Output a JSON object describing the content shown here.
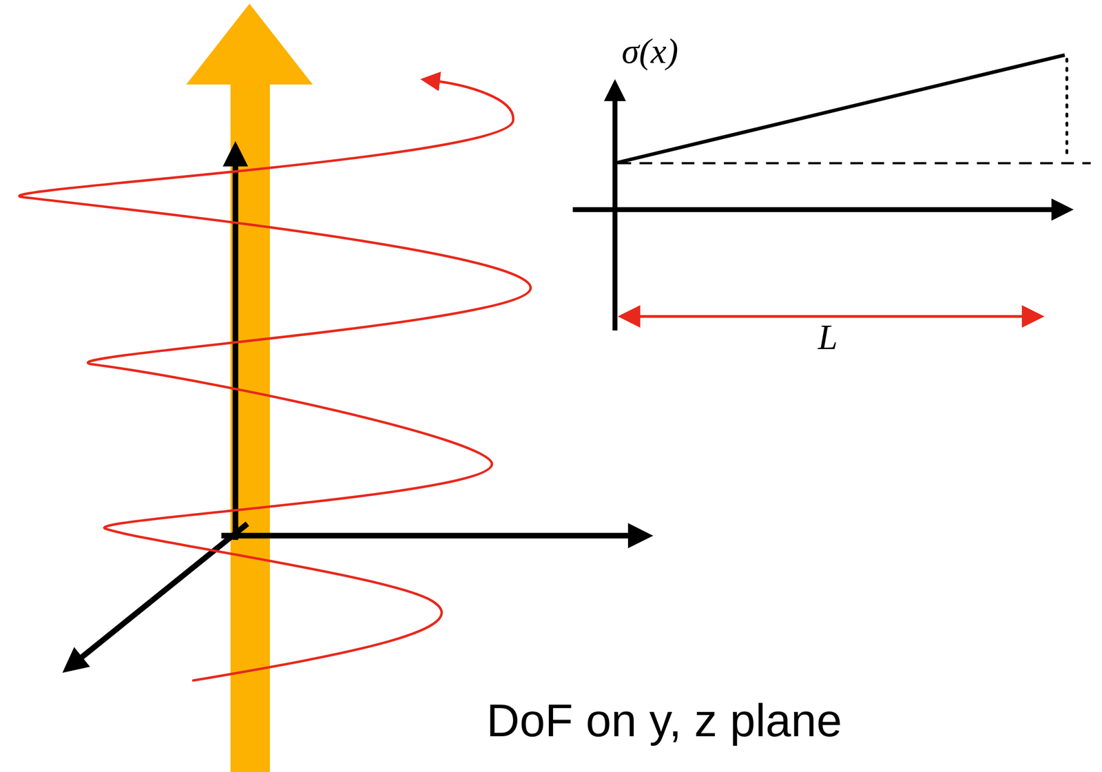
{
  "diagram": {
    "labels": [
      "σ(x)",
      "L",
      "DoF on y, z plane"
    ]
  }
}
